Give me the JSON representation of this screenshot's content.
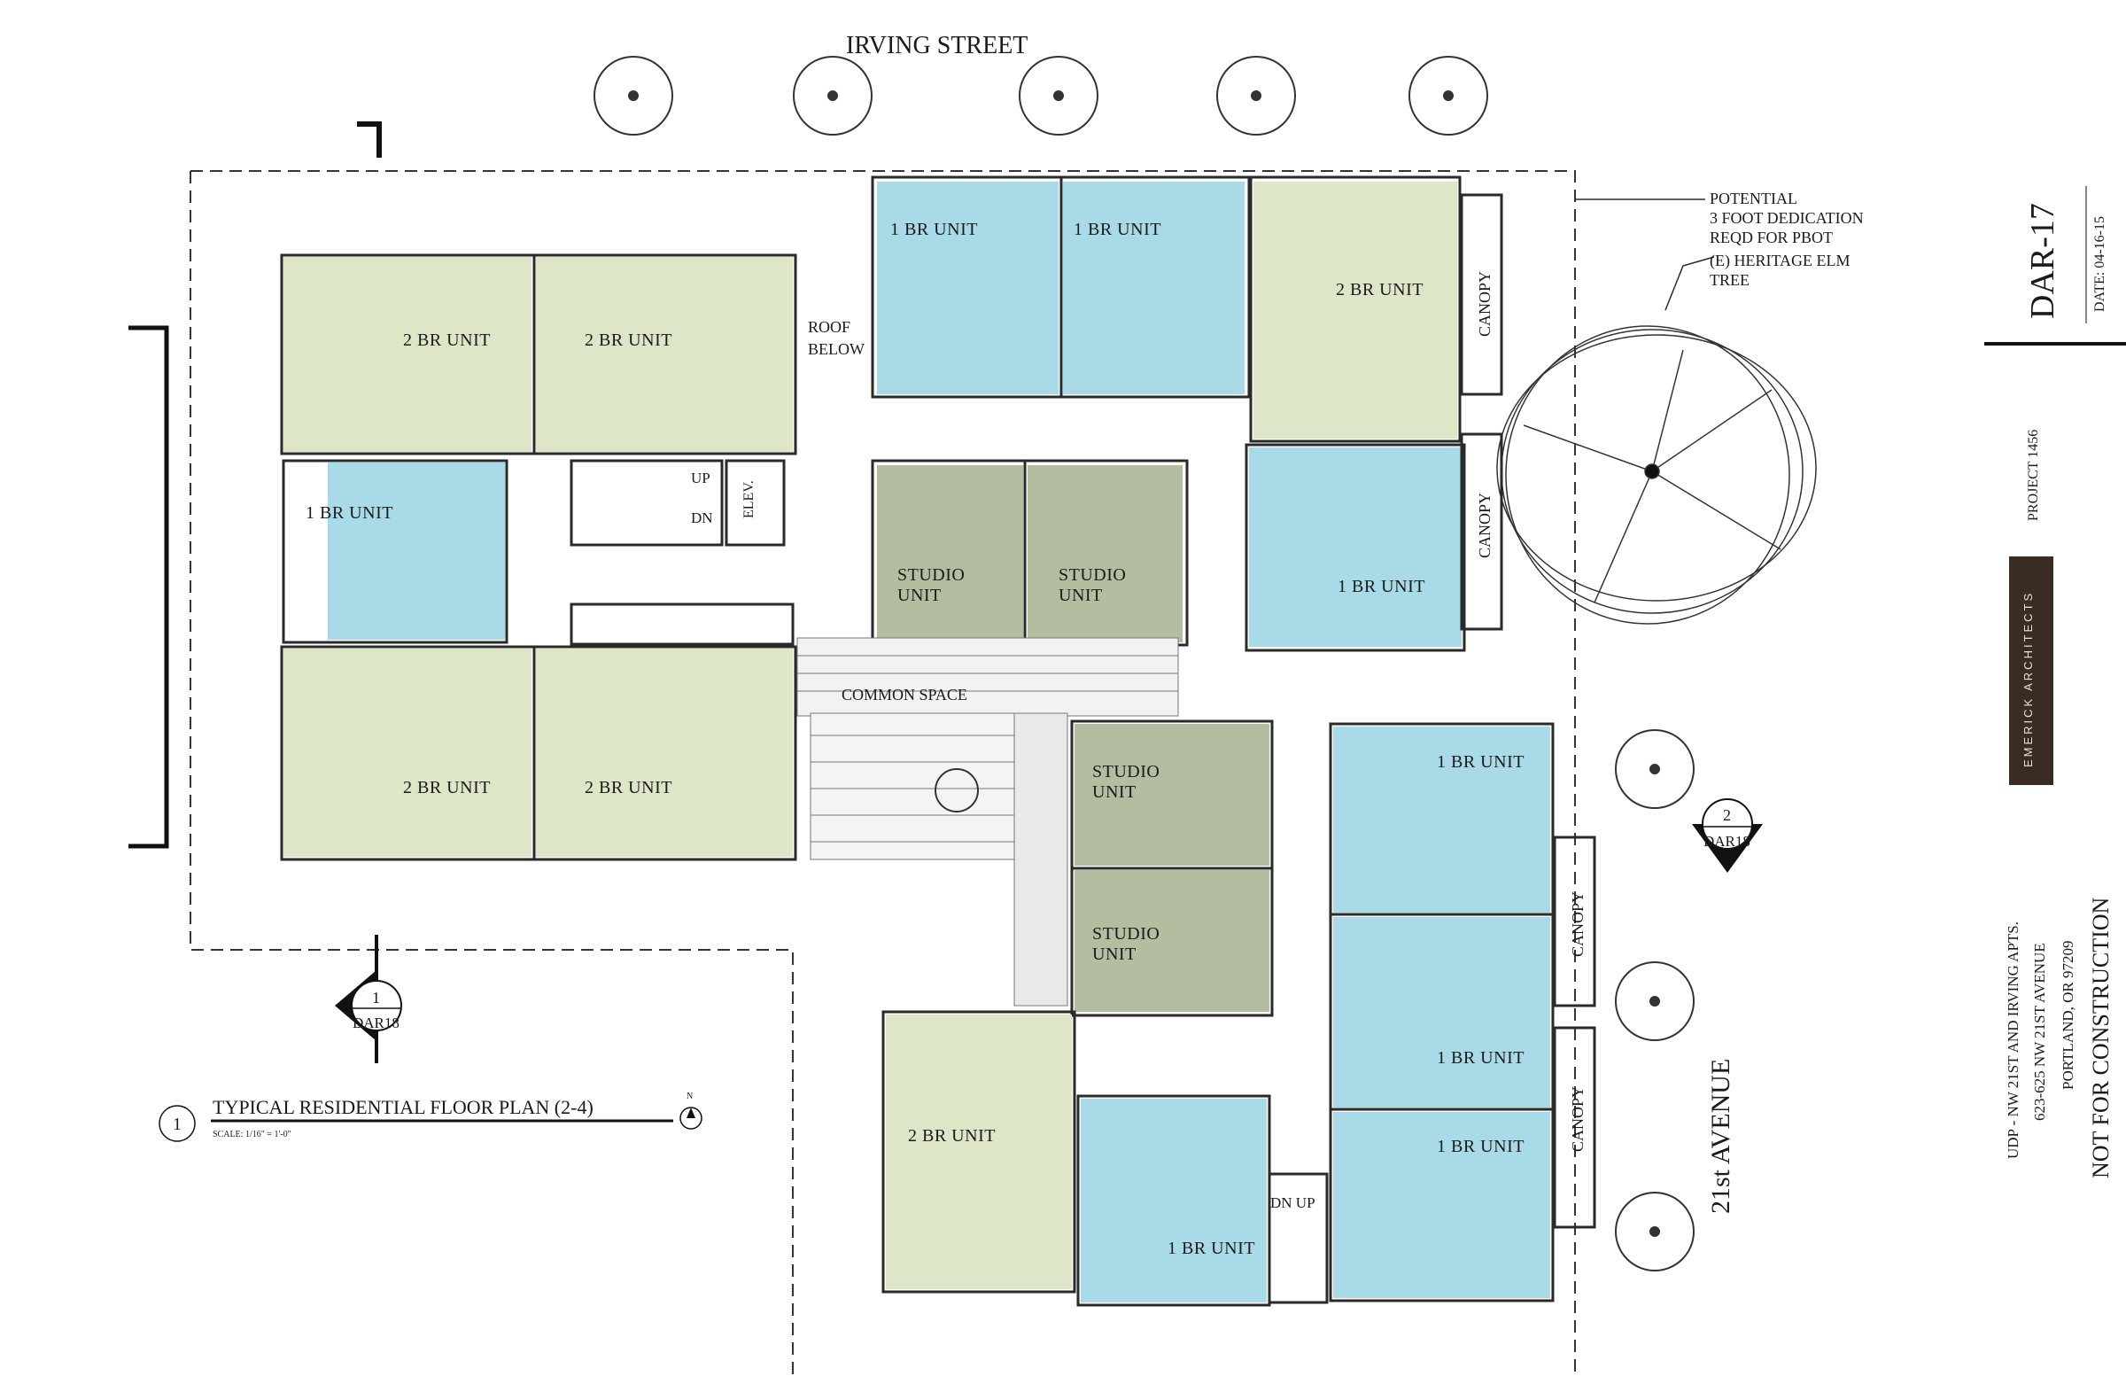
{
  "street_north": "IRVING STREET",
  "street_east": "21st AVENUE",
  "notes": {
    "dedication": [
      "POTENTIAL",
      "3 FOOT DEDICATION",
      "REQD FOR PBOT"
    ],
    "tree": [
      "(E) HERITAGE ELM",
      "TREE"
    ]
  },
  "labels": {
    "roof_below": [
      "ROOF",
      "BELOW"
    ],
    "elev": "ELEV.",
    "up": "UP",
    "dn": "DN",
    "common_space": "COMMON SPACE",
    "canopy": "CANOPY",
    "dn_up": "DN UP"
  },
  "units": {
    "br2": "2 BR UNIT",
    "br1": "1 BR UNIT",
    "studio": [
      "STUDIO",
      "UNIT"
    ]
  },
  "section_markers": [
    {
      "number": "1",
      "sheet": "DAR18"
    },
    {
      "number": "2",
      "sheet": "DAR18"
    }
  ],
  "drawing_title": {
    "number": "1",
    "title": "TYPICAL RESIDENTIAL FLOOR PLAN (2-4)",
    "scale": "SCALE: 1/16\" = 1'-0\"",
    "north": "N"
  },
  "title_block": {
    "sheet": "DAR-17",
    "date": "DATE: 04-16-15",
    "project": "PROJECT 1456",
    "firm": "EMERICK ARCHITECTS",
    "project_name": "UDP - NW 21ST AND IRVING APTS.",
    "address": "623-625 NW 21ST AVENUE",
    "city": "PORTLAND, OR 97209",
    "status": "NOT FOR CONSTRUCTION"
  },
  "colors": {
    "two_br": "#dde6c7",
    "one_br": "#a8dbe7",
    "studio": "#b3bd9f",
    "brand": "#3a2c22"
  }
}
